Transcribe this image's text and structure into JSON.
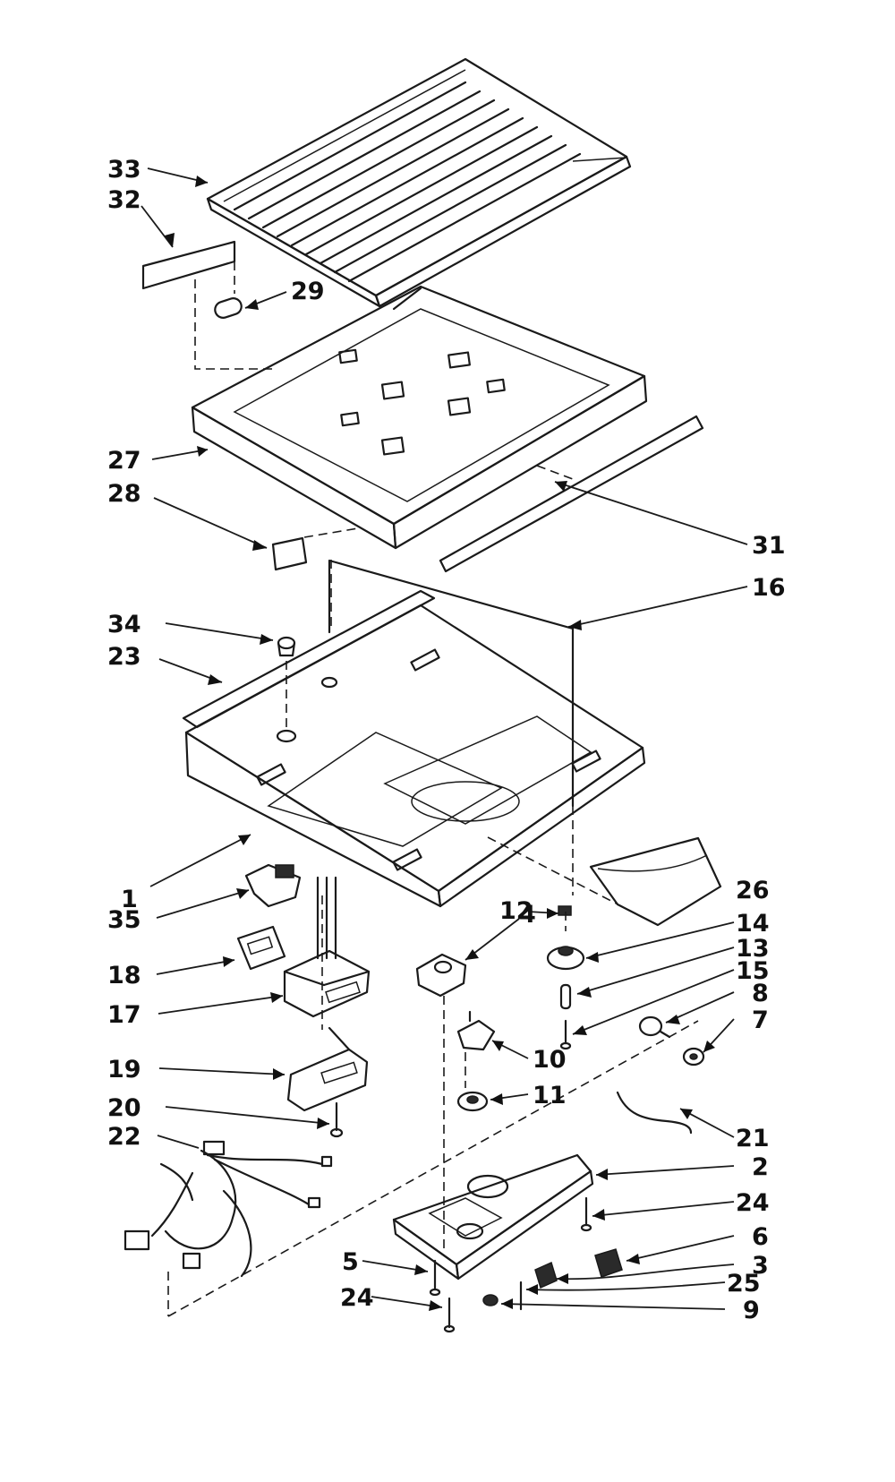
{
  "callouts": {
    "c1": "1",
    "c2": "2",
    "c3": "3",
    "c4": "4",
    "c5": "5",
    "c6": "6",
    "c7": "7",
    "c8": "8",
    "c9": "9",
    "c10": "10",
    "c11": "11",
    "c12": "12",
    "c13": "13",
    "c14": "14",
    "c15": "15",
    "c16": "16",
    "c17": "17",
    "c18": "18",
    "c19": "19",
    "c20": "20",
    "c21": "21",
    "c22": "22",
    "c23": "23",
    "c24a": "24",
    "c24b": "24",
    "c25": "25",
    "c26": "26",
    "c27": "27",
    "c28": "28",
    "c29": "29",
    "c31": "31",
    "c32": "32",
    "c33": "33",
    "c34": "34",
    "c35": "35"
  }
}
